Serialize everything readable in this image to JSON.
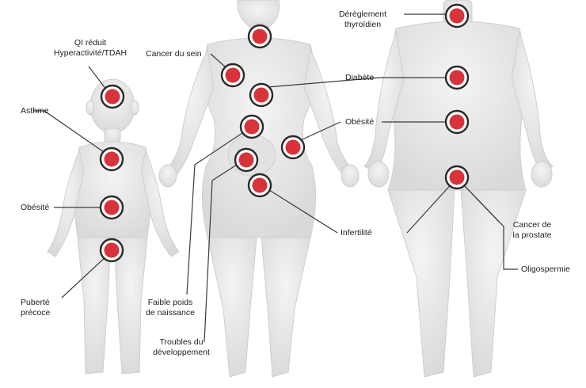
{
  "labels": {
    "qi": "QI réduit\nHyperactivité/TDAH",
    "asthme": "Asthme",
    "obesite_enfant": "Obésité",
    "puberte": "Puberté\nprécoce",
    "cancer_sein": "Cancer du sein",
    "faible_poids": "Faible poids\nde naissance",
    "troubles": "Troubles du\ndéveloppement",
    "dereglement": "Dérèglement\nthyroïdien",
    "diabete": "Diabète",
    "obesite": "Obésité",
    "infertilite": "Infertilité",
    "cancer_prostate": "Cancer de\nla prostate",
    "oligospermie": "Oligospermie"
  },
  "colors": {
    "marker_fill": "#d8323a",
    "marker_ring": "#2a2a2a",
    "leader": "#3a3a3a",
    "body_fill": "#ececec",
    "body_shade": "#dcdcdc",
    "background": "#ffffff"
  }
}
